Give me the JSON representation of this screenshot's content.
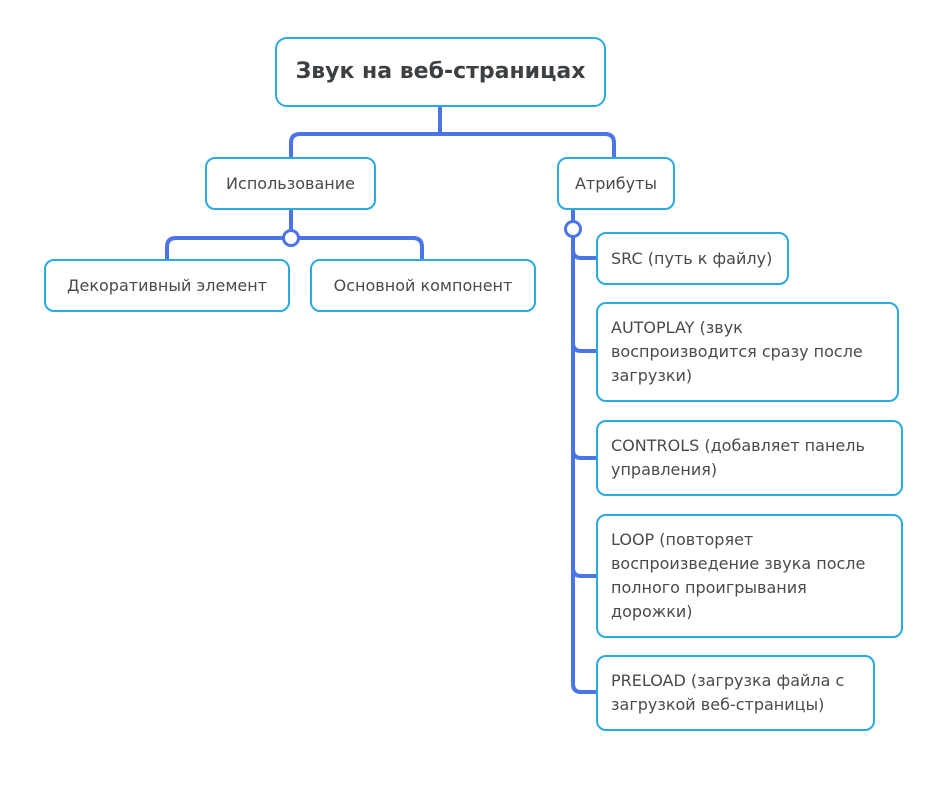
{
  "mindmap": {
    "root": {
      "label": "Звук на веб-страницах"
    },
    "branches": [
      {
        "label": "Использование",
        "children": [
          {
            "label": "Декоративный элемент"
          },
          {
            "label": "Основной компонент"
          }
        ]
      },
      {
        "label": "Атрибуты",
        "children": [
          {
            "label": "SRC (путь к файлу)"
          },
          {
            "label": "AUTOPLAY (звук воспроизводится сразу после загрузки)"
          },
          {
            "label": "CONTROLS (добавляет панель управления)"
          },
          {
            "label": "LOOP (повторяет воспроизведение звука после полного проигрывания дорожки)"
          },
          {
            "label": "PRELOAD (загрузка файла с загрузкой веб-страницы)"
          }
        ]
      }
    ]
  },
  "colors": {
    "connector": "#4a74e8",
    "node_border": "#29abe2",
    "text": "#4a4a4a"
  }
}
